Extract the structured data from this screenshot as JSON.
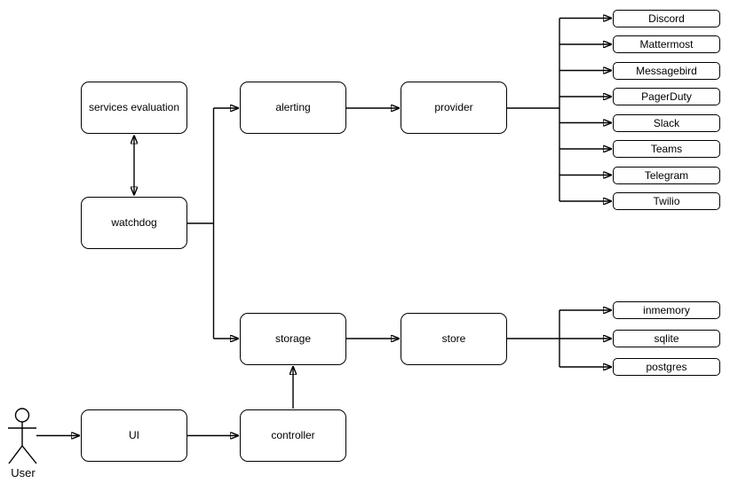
{
  "diagram": {
    "nodes": {
      "services_evaluation": "services evaluation",
      "watchdog": "watchdog",
      "alerting": "alerting",
      "provider": "provider",
      "storage": "storage",
      "store": "store",
      "ui": "UI",
      "controller": "controller"
    },
    "provider_children": [
      "Discord",
      "Mattermost",
      "Messagebird",
      "PagerDuty",
      "Slack",
      "Teams",
      "Telegram",
      "Twilio"
    ],
    "store_children": [
      "inmemory",
      "sqlite",
      "postgres"
    ],
    "actor": {
      "label": "User"
    },
    "colors": {
      "stroke": "#000000",
      "node_fill": "#ffffff",
      "background": "#ffffff"
    }
  }
}
